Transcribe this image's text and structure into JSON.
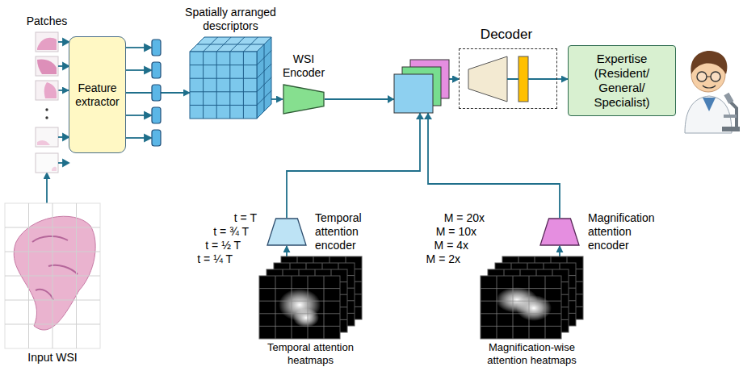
{
  "diagram": {
    "nodes": [
      {
        "text": [
          "Patches"
        ]
      },
      {
        "text": [
          "Feature extractor"
        ]
      },
      {
        "text": [
          "Spatially arranged descriptors"
        ]
      },
      {
        "text": [
          "WSI Encoder"
        ]
      },
      {
        "text": [
          "Decoder"
        ]
      },
      {
        "text": [
          "Expertise (Resident/ General/ Specialist)"
        ]
      },
      {
        "text": [
          "Input WSI"
        ]
      },
      {
        "text": [
          "Temporal attention encoder"
        ]
      },
      {
        "text": [
          "Magnification attention encoder"
        ]
      },
      {
        "text": [
          "Temporal attention heatmaps"
        ]
      },
      {
        "text": [
          "Magnification-wise attention heatmaps"
        ]
      }
    ],
    "edges": [
      {
        "from": 6,
        "to": 0,
        "arrow": "to"
      },
      {
        "from": 0,
        "to": 1,
        "arrow": "to"
      },
      {
        "from": 1,
        "to": 2,
        "arrow": "to"
      },
      {
        "from": 2,
        "to": 3,
        "arrow": "to"
      },
      {
        "from": 3,
        "to": 4,
        "arrow": "to"
      },
      {
        "from": 7,
        "to": 4,
        "arrow": "to"
      },
      {
        "from": 8,
        "to": 4,
        "arrow": "to"
      },
      {
        "from": 4,
        "to": 5,
        "arrow": "to"
      },
      {
        "from": 9,
        "to": 7,
        "arrow": "to"
      },
      {
        "from": 10,
        "to": 8,
        "arrow": "to"
      }
    ],
    "labels": [
      "t = T",
      "t = ¾ T",
      "t = ½ T",
      "t = ¼ T",
      "M = 20x",
      "M = 10x",
      "M = 4x",
      "M = 2x"
    ]
  }
}
